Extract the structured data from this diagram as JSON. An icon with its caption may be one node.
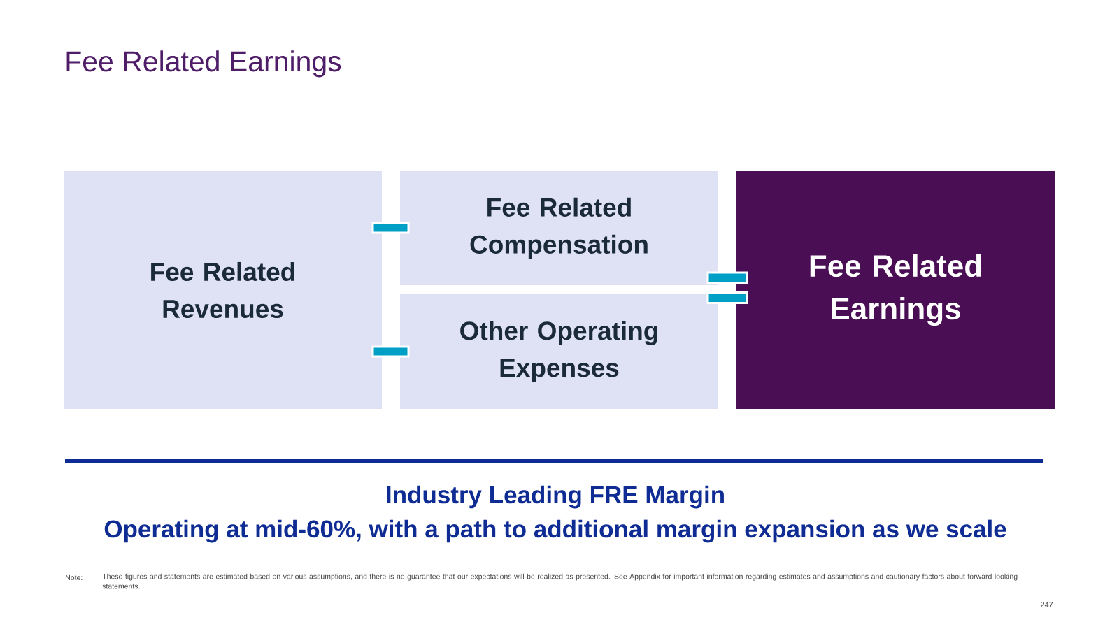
{
  "diagram": {
    "title": "Fee Related Earnings",
    "nodes": [
      {
        "text": [
          "Fee Related Revenues"
        ]
      },
      {
        "text": [
          "Fee Related Compensation"
        ]
      },
      {
        "text": [
          "Other Operating Expenses"
        ]
      },
      {
        "text": [
          "Fee Related Earnings"
        ]
      }
    ],
    "labels": [
      "Industry Leading FRE Margin",
      "Operating at mid-60%, with a path to additional margin expansion as we scale",
      "Note:",
      "These figures and statements are estimated based on various assumptions, and there is no guarantee that our expectations will be realized as presented. See Appendix for important information regarding estimates and assumptions and cautionary factors about forward-looking statements.",
      "247"
    ]
  }
}
